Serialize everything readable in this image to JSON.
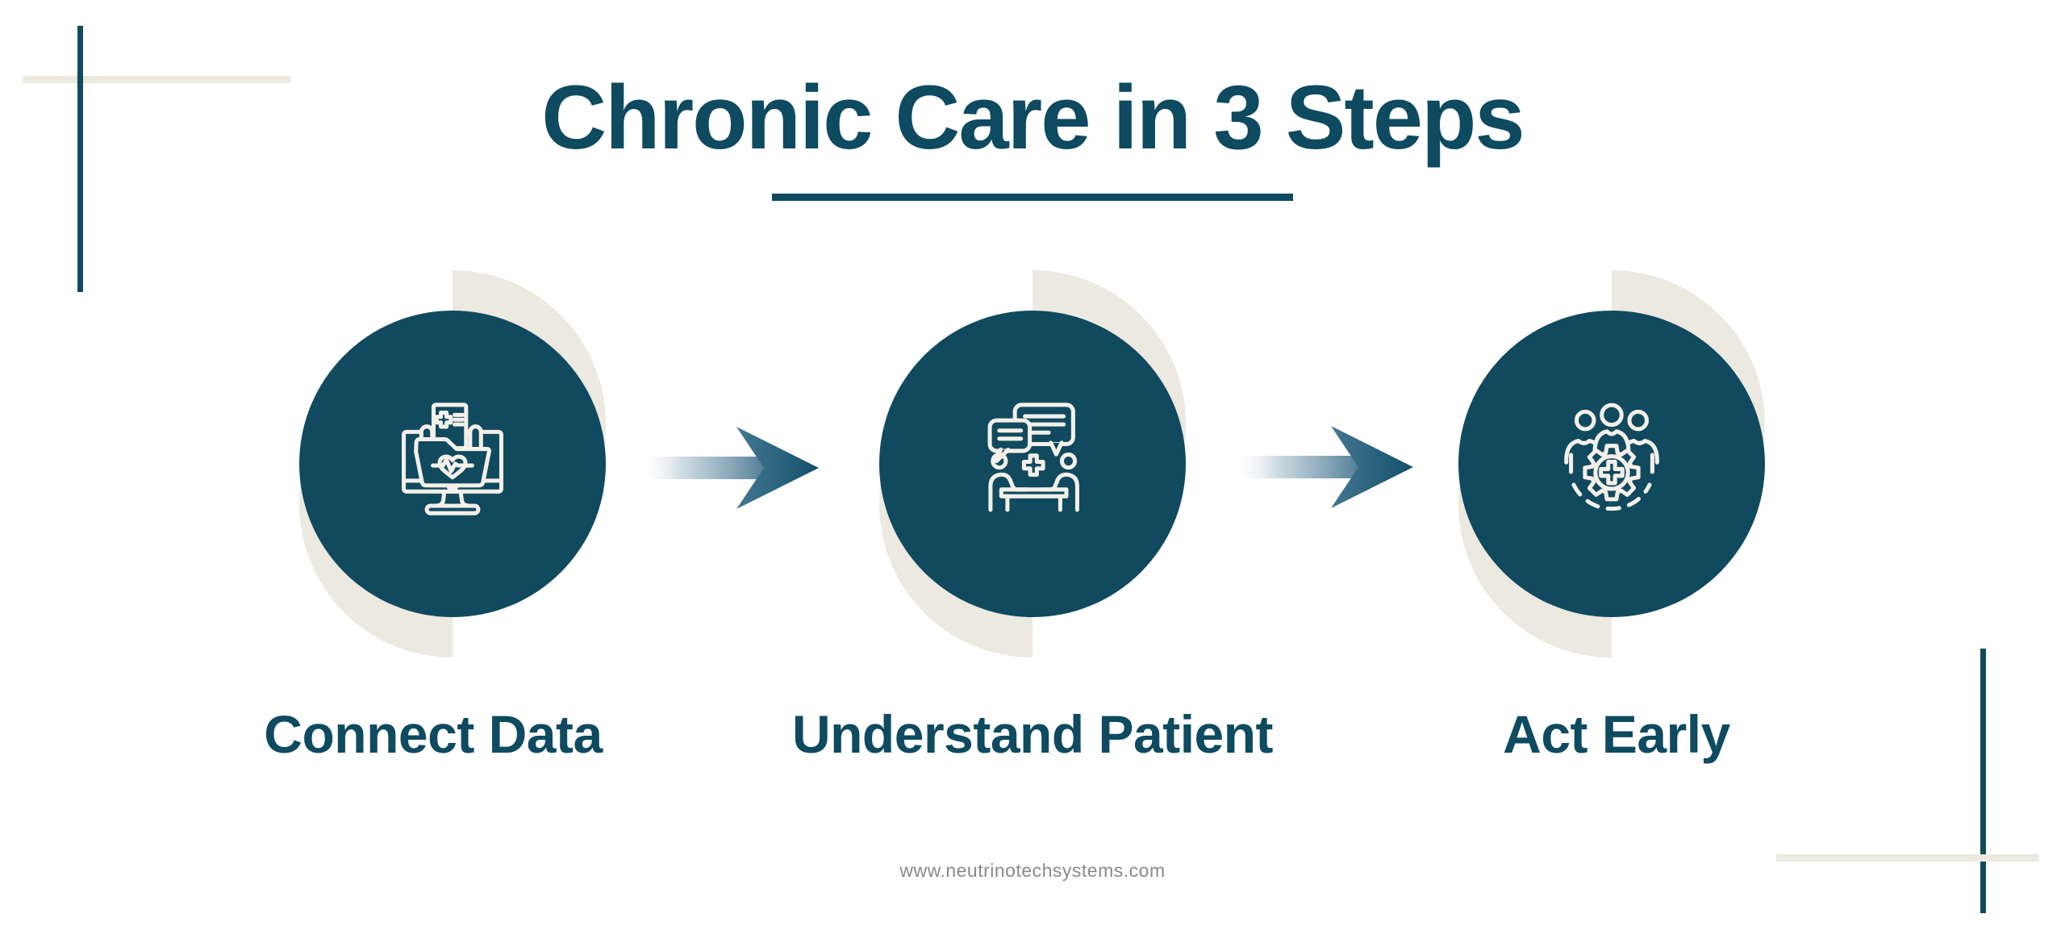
{
  "header": {
    "title": "Chronic Care in 3 Steps"
  },
  "steps": [
    {
      "label": "Connect Data",
      "icon": "ehr-monitor-heart-icon"
    },
    {
      "label": "Understand Patient",
      "icon": "doctor-patient-consultation-icon"
    },
    {
      "label": "Act Early",
      "icon": "care-team-gear-cross-icon"
    }
  ],
  "arrows": [
    {
      "icon": "gradient-right-arrow-icon"
    },
    {
      "icon": "gradient-right-arrow-icon"
    }
  ],
  "footer": {
    "website": "www.neutrinotechsystems.com"
  },
  "colors": {
    "accent_teal": "#114a5f",
    "text_teal": "#0e4a60",
    "backdrop_beige": "#ece9e0",
    "icon_stroke_cream": "#f3f0e9",
    "arrow_dark": "#14506b",
    "footer_gray": "#8a8a8a"
  }
}
